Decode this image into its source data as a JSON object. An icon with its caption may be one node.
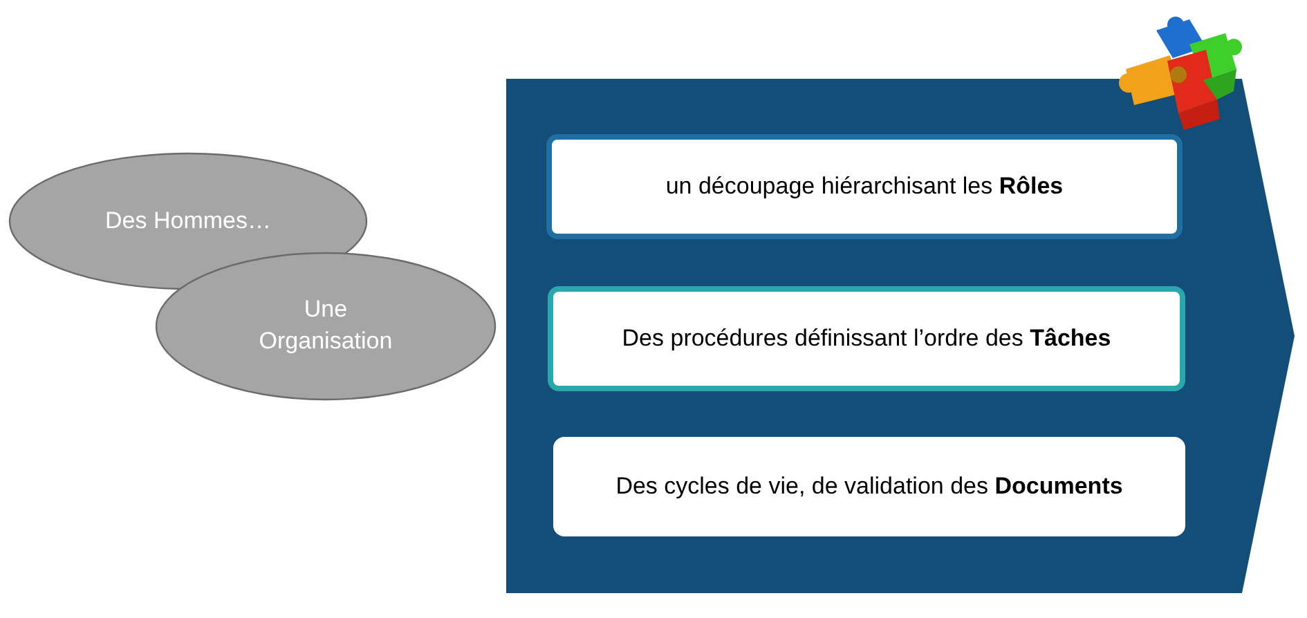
{
  "diagram": {
    "nodes": [
      {
        "text": [
          "Des Hommes…"
        ]
      },
      {
        "text": [
          "Une Organisation"
        ]
      },
      {
        "text": [],
        "shape": "arrow"
      },
      {
        "text": [
          "un découpage hiérarchisant les **Rôles**"
        ],
        "in": 2
      },
      {
        "text": [
          "Des procédures définissant l’ordre des **Tâches**"
        ],
        "in": 2
      },
      {
        "text": [
          "Des cycles de vie, de validation des **Documents**"
        ],
        "in": 2
      }
    ]
  }
}
